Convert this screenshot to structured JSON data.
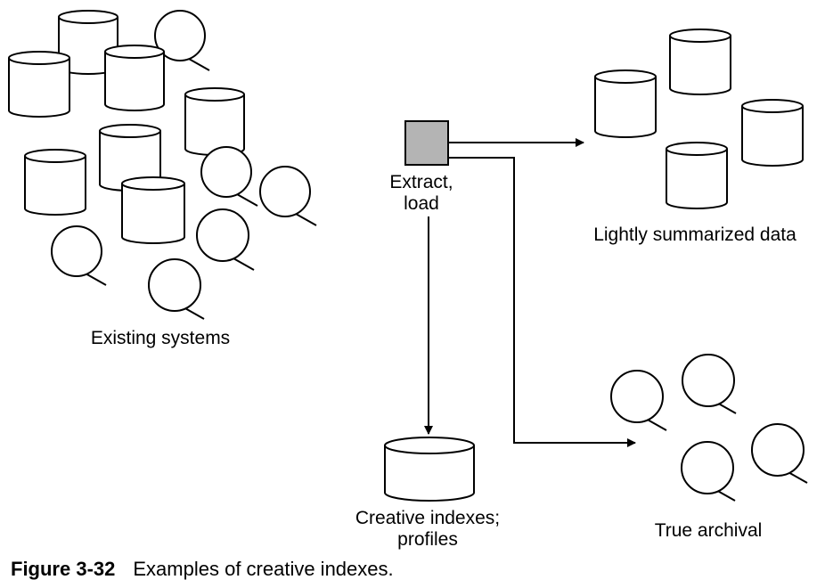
{
  "labels": {
    "existing_systems": "Existing systems",
    "extract_load": [
      "Extract,",
      "load"
    ],
    "lightly_summarized": "Lightly summarized data",
    "creative_indexes": [
      "Creative indexes;",
      "profiles"
    ],
    "true_archival": "True archival"
  },
  "caption": {
    "number": "Figure 3-32",
    "text": "Examples of creative indexes."
  },
  "colors": {
    "process_box_fill": "#b4b4b4",
    "stroke": "#000000"
  }
}
